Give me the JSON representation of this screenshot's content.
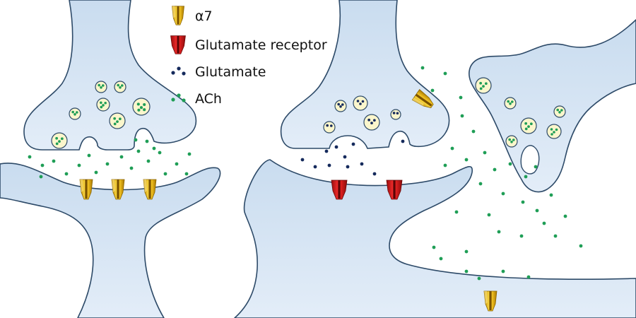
{
  "legend": {
    "alpha7_label": "α7",
    "glutamate_receptor_label": "Glutamate receptor",
    "glutamate_label": "Glutamate",
    "ach_label": "ACh"
  },
  "colors": {
    "membrane_fill": "#d4e3f3",
    "membrane_stroke": "#2d4a68",
    "vesicle_fill": "#fbf6cc",
    "ach_dot": "#1f9e56",
    "glutamate_dot": "#152a5c",
    "alpha7_receptor": "#e8b21a",
    "glutamate_receptor": "#d42020"
  },
  "icons": {
    "alpha7": "alpha7-receptor-icon",
    "glutamate_receptor": "glutamate-receptor-icon",
    "glutamate": "glutamate-dots-icon",
    "ach": "ach-dots-icon"
  }
}
